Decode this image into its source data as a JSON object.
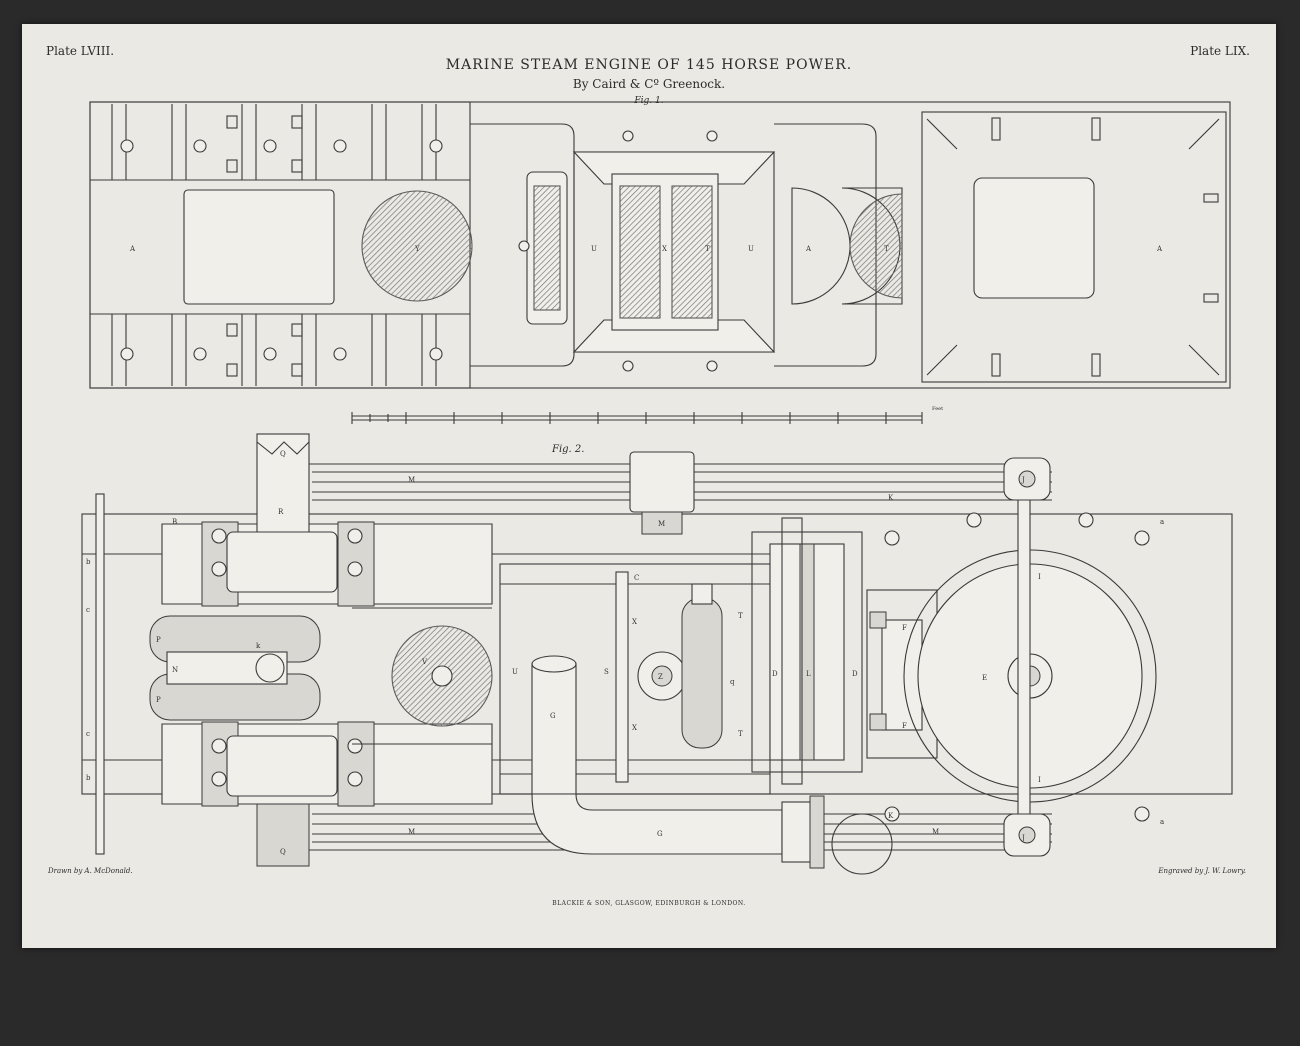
{
  "header": {
    "plate_left": "Plate LVIII.",
    "plate_right": "Plate LIX.",
    "title": "MARINE STEAM ENGINE OF 145 HORSE POWER.",
    "subtitle": "By Caird & Cº Greenock."
  },
  "figures": {
    "fig1_caption": "Fig. 1.",
    "fig2_caption": "Fig. 2."
  },
  "scale": {
    "unit_label": "Feet"
  },
  "footer": {
    "drawn_by": "Drawn by A. McDonald.",
    "publisher": "BLACKIE & SON, GLASGOW, EDINBURGH & LONDON.",
    "engraved_by": "Engraved by J. W. Lowry."
  },
  "part_letters": {
    "fig1": [
      "A",
      "Y",
      "U",
      "X",
      "T",
      "U",
      "A",
      "T",
      "A"
    ],
    "fig2": [
      "Q",
      "R",
      "M",
      "K",
      "J",
      "B",
      "C",
      "M",
      "P",
      "N",
      "k",
      "P",
      "V",
      "U",
      "S",
      "X",
      "Z",
      "q",
      "X",
      "T",
      "T",
      "G",
      "L",
      "D",
      "D",
      "F",
      "F",
      "E",
      "I",
      "I",
      "G",
      "M",
      "K",
      "M",
      "J",
      "Q",
      "b",
      "b",
      "a",
      "a",
      "c",
      "c"
    ]
  }
}
